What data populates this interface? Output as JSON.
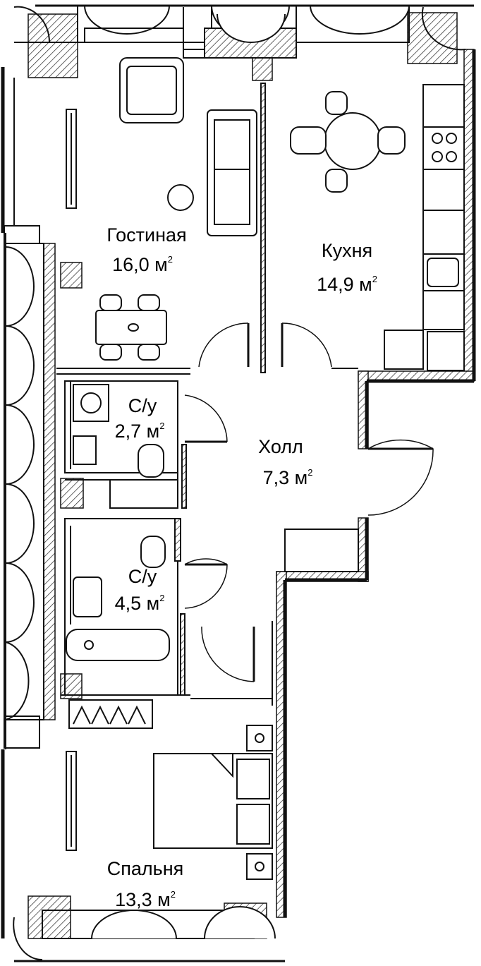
{
  "plan": {
    "rooms": [
      {
        "id": "living",
        "name": "Гостиная",
        "area": "16,0 м",
        "unit_sup": "2"
      },
      {
        "id": "kitchen",
        "name": "Кухня",
        "area": "14,9 м",
        "unit_sup": "2"
      },
      {
        "id": "bath1",
        "name": "С/у",
        "area": "2,7 м",
        "unit_sup": "2"
      },
      {
        "id": "hall",
        "name": "Холл",
        "area": "7,3 м",
        "unit_sup": "2"
      },
      {
        "id": "bath2",
        "name": "С/у",
        "area": "4,5 м",
        "unit_sup": "2"
      },
      {
        "id": "bedroom",
        "name": "Спальня",
        "area": "13,3 м",
        "unit_sup": "2"
      }
    ],
    "colors": {
      "line": "#111111",
      "background": "#ffffff"
    }
  }
}
